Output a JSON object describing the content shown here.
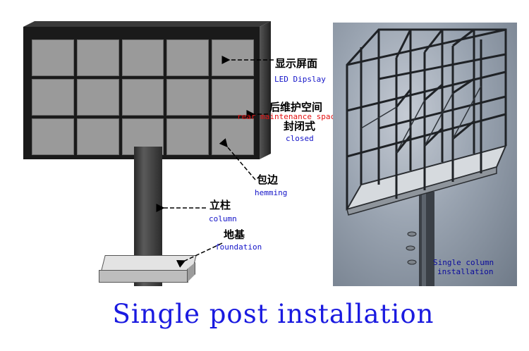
{
  "title": "Single post installation",
  "labels": {
    "led_cn": "显示屏面",
    "led_en": "LED Dipslay",
    "rear_cn": "后维护空间",
    "rear_en": "rear maintenance space",
    "closed_cn": "封闭式",
    "closed_en": "closed",
    "hemming_cn": "包边",
    "hemming_en": "hemming",
    "column_cn": "立柱",
    "column_en": "column",
    "foundation_cn": "地基",
    "foundation_en": "foundation"
  },
  "right_photo": {
    "caption_line1": "Single column",
    "caption_line2": "installation"
  },
  "colors": {
    "chinese_label": "#000000",
    "english_label": "#1414c8",
    "red_label": "#e41010",
    "title": "#1a1ae0"
  }
}
